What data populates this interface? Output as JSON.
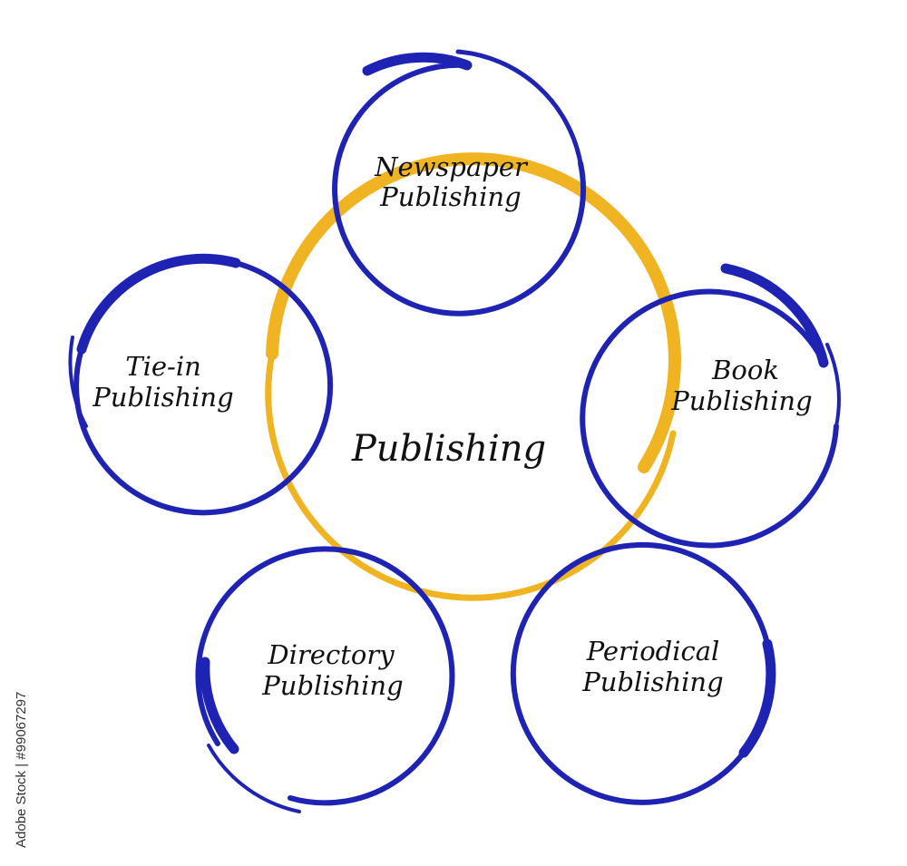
{
  "colors": {
    "node_stroke": "#1f23b3",
    "center_stroke": "#f0b422",
    "text": "#111111",
    "background": "#ffffff"
  },
  "center": {
    "label": "Publishing"
  },
  "nodes": [
    {
      "line1": "Newspaper",
      "line2": "Publishing"
    },
    {
      "line1": "Book",
      "line2": "Publishing"
    },
    {
      "line1": "Periodical",
      "line2": "Publishing"
    },
    {
      "line1": "Directory",
      "line2": "Publishing"
    },
    {
      "line1": "Tie-in",
      "line2": "Publishing"
    }
  ],
  "watermark": {
    "credit": "Adobe Stock | #99067297"
  }
}
